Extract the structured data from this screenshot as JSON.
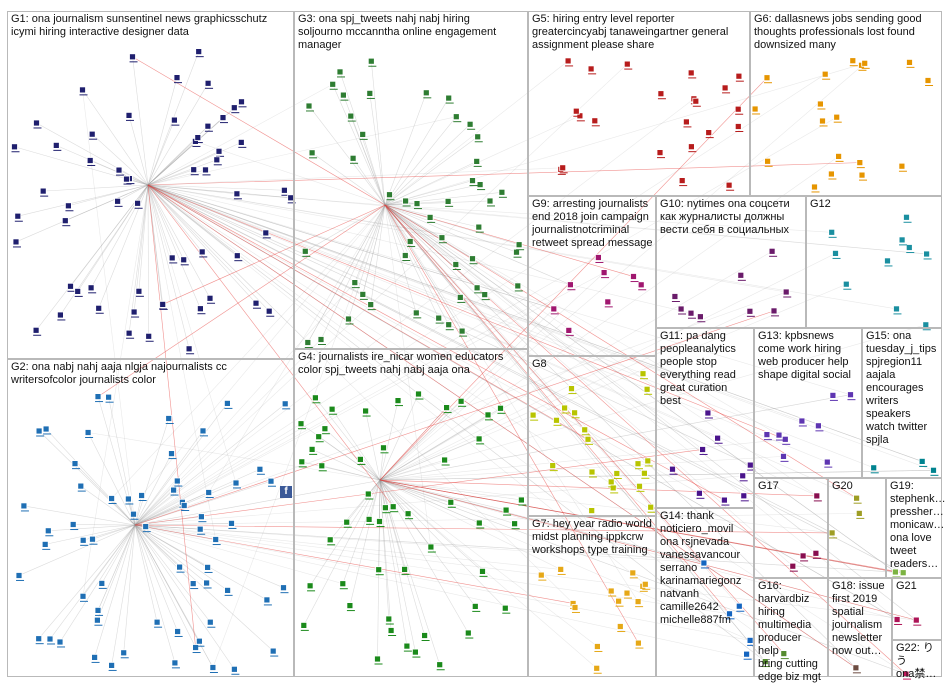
{
  "groups": [
    {
      "id": "G1",
      "label": "G1: ona journalism sunsentinel news graphicsschutz\nicymi hiring interactive designer data",
      "color": "#1f1f6e"
    },
    {
      "id": "G2",
      "label": "G2: ona nabj nahj aaja nlgja najournalists cc\nwritersofcolor journalists color",
      "color": "#1f6fb4"
    },
    {
      "id": "G3",
      "label": "G3: ona spj_tweets nahj nabj hiring\nsoljourno mccanntha online engagement\nmanager",
      "color": "#2e7d32"
    },
    {
      "id": "G4",
      "label": "G4: journalists ire_nicar women educators\ncolor spj_tweets nahj nabj aaja ona",
      "color": "#1b8a1b"
    },
    {
      "id": "G5",
      "label": "G5: hiring entry level reporter\ngreatercincyabj tanaweingartner general\nassignment please share",
      "color": "#b71c1c"
    },
    {
      "id": "G6",
      "label": "G6: dallasnews jobs sending good\nthoughts professionals lost found\ndownsized many",
      "color": "#e69500"
    },
    {
      "id": "G7",
      "label": "G7: hey year radio world\nmidst planning ippkcrw\nworkshops type training",
      "color": "#e6a817"
    },
    {
      "id": "G8",
      "label": "G8",
      "color": "#b8c400"
    },
    {
      "id": "G9",
      "label": "G9: arresting journalists\nend 2018 join campaign\njournalistnotcriminal\nretweet spread message",
      "color": "#a0176f"
    },
    {
      "id": "G10",
      "label": "G10: nytimes ona соцсети\nкак журналисты должны\nвести себя в социальных",
      "color": "#6a1b6a"
    },
    {
      "id": "G11",
      "label": "G11: pa dang\npeopleanalytics\npeople stop\neverything read\ngreat curation best",
      "color": "#4a148c"
    },
    {
      "id": "G12",
      "label": "G12",
      "color": "#1a8fa0"
    },
    {
      "id": "G13",
      "label": "G13: kpbsnews\ncome work hiring\nweb producer help\nshape digital social",
      "color": "#5e35b1"
    },
    {
      "id": "G14",
      "label": "G14: thank\nnoticiero_movil\nona rsjnevada\nvanessavancour\nserrano\nkarinamariegonz\nnatvanh\ncamille2642\nmichelle887fm",
      "color": "#1565c0"
    },
    {
      "id": "G15",
      "label": "G15: ona\ntuesday_j_tips\nspjregion11\naajala\nencourages\nwriters\nspeakers\nwatch twitter\nspjla",
      "color": "#00838f"
    },
    {
      "id": "G16",
      "label": "G16:\nharvardbiz\nhiring\nmultimedia\nproducer help\nbring cutting\nedge biz mgt",
      "color": "#558b2f"
    },
    {
      "id": "G17",
      "label": "G17",
      "color": "#880e4f"
    },
    {
      "id": "G18",
      "label": "G18: issue\nfirst 2019\nspatial\njournalism\nnewsletter\nnow out…",
      "color": "#6d4c41"
    },
    {
      "id": "G19",
      "label": "G19:\nstephenk…\npressher…\nmonicaw…\nona love\ntweet\nreaders…",
      "color": "#7cb342"
    },
    {
      "id": "G20",
      "label": "G20",
      "color": "#9e9d24"
    },
    {
      "id": "G21",
      "label": "G21",
      "color": "#ad1457"
    },
    {
      "id": "G22",
      "label": "G22: りう\nona禁…",
      "color": "#c2185b"
    }
  ],
  "edge_colors": {
    "gray": "#9a9a9a",
    "red": "#e53935"
  },
  "icons": {
    "facebook": {
      "glyph": "f",
      "name": "facebook-logo-icon"
    }
  }
}
